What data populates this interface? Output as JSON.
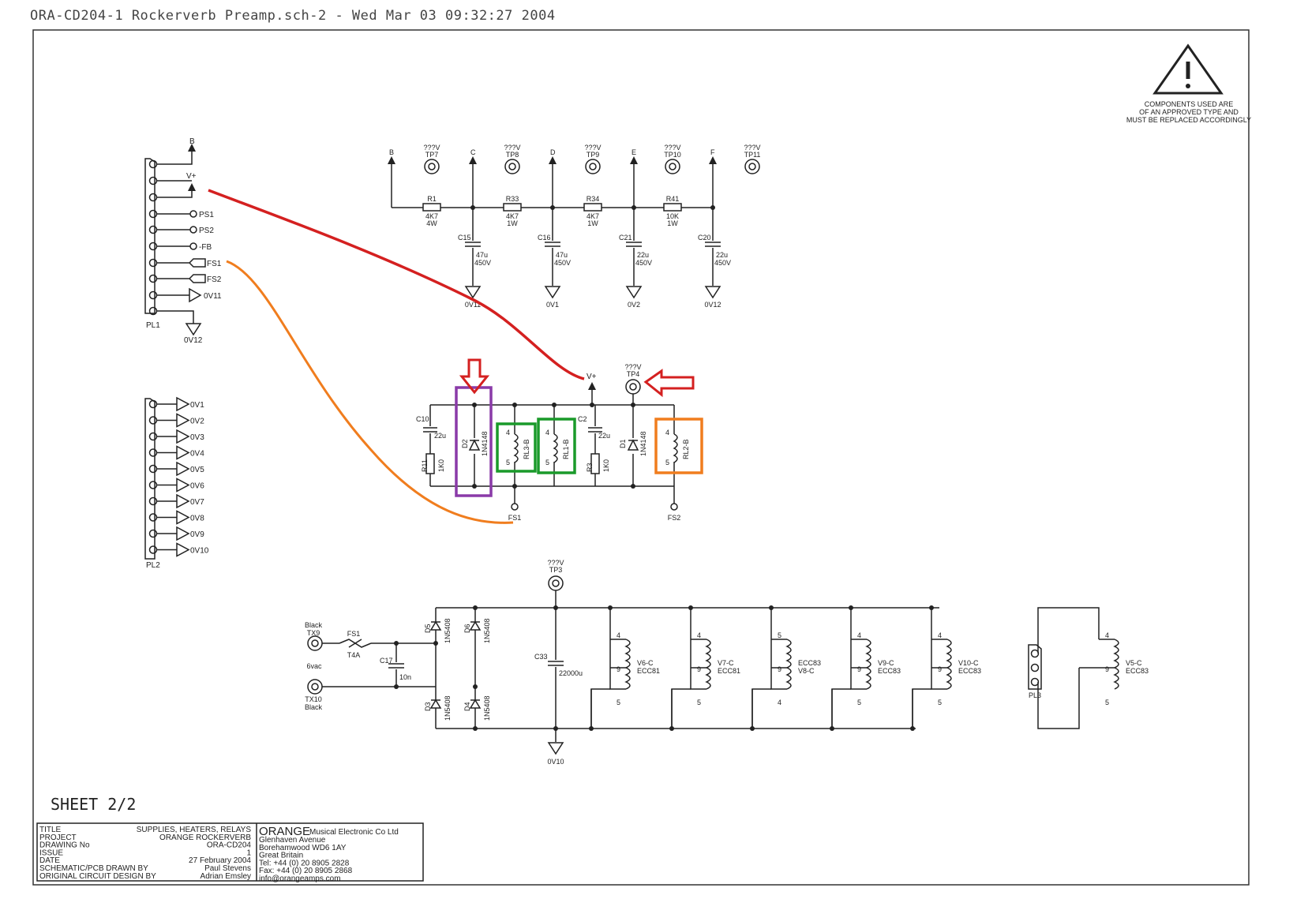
{
  "header": "ORA-CD204-1 Rockerverb Preamp.sch-2 - Wed Mar 03 09:32:27 2004",
  "warning": {
    "lines": [
      "COMPONENTS USED ARE",
      "OF AN APPROVED TYPE AND",
      "MUST BE REPLACED ACCORDINGLY"
    ]
  },
  "pl1": {
    "label": "PL1",
    "pins": [
      "B",
      "V+",
      "PS1",
      "PS2",
      "-FB",
      "FS1",
      "FS2",
      "0V11",
      "0V12"
    ]
  },
  "pl2": {
    "label": "PL2",
    "pins": [
      "0V1",
      "0V2",
      "0V3",
      "0V4",
      "0V5",
      "0V6",
      "0V7",
      "0V8",
      "0V9",
      "0V10"
    ]
  },
  "supply": {
    "rails": [
      "B",
      "C",
      "D",
      "E",
      "F"
    ],
    "testpoints": [
      {
        "v": "???V",
        "name": "TP7"
      },
      {
        "v": "???V",
        "name": "TP8"
      },
      {
        "v": "???V",
        "name": "TP9"
      },
      {
        "v": "???V",
        "name": "TP10"
      },
      {
        "v": "???V",
        "name": "TP11"
      }
    ],
    "resistors": [
      {
        "ref": "R1",
        "val": "4K7",
        "pwr": "4W"
      },
      {
        "ref": "R33",
        "val": "4K7",
        "pwr": "1W"
      },
      {
        "ref": "R34",
        "val": "4K7",
        "pwr": "1W"
      },
      {
        "ref": "R41",
        "val": "10K",
        "pwr": "1W"
      }
    ],
    "caps": [
      {
        "ref": "C15",
        "val": "47u",
        "v": "450V",
        "gnd": "0V11"
      },
      {
        "ref": "C16",
        "val": "47u",
        "v": "450V",
        "gnd": "0V1"
      },
      {
        "ref": "C21",
        "val": "22u",
        "v": "450V",
        "gnd": "0V2"
      },
      {
        "ref": "C20",
        "val": "22u",
        "v": "450V",
        "gnd": "0V12"
      }
    ]
  },
  "relay": {
    "vplus": "V+",
    "tp4_v": "???V",
    "tp4": "TP4",
    "c10": "C10",
    "c10_val": "22u",
    "r11": "R11",
    "r11_val": "1K0",
    "d2": "D2",
    "d2_val": "1N4148",
    "rl3": "RL3-B",
    "rl1": "RL1-B",
    "c2": "C2",
    "c2_val": "22u",
    "r3": "R3",
    "r3_val": "1K0",
    "d1": "D1",
    "d1_val": "1N4148",
    "rl2": "RL2-B",
    "pin4": "4",
    "pin5": "5",
    "fs1": "FS1",
    "fs2": "FS2"
  },
  "heater": {
    "tp3_v": "???V",
    "tp3": "TP3",
    "tx9_color": "Black",
    "tx9": "TX9",
    "tx10": "TX10",
    "tx10_color": "Black",
    "fuse": "FS1",
    "fuse_val": "T4A",
    "vac": "6vac",
    "c17": "C17",
    "c17_val": "10n",
    "d5": "D5",
    "d6": "D6",
    "d3": "D3",
    "d4": "D4",
    "diode_val": "1N5408",
    "c33": "C33",
    "c33_val": "22000u",
    "gnd": "0V10",
    "pl3": "PL3",
    "valves": [
      {
        "name": "V6-C",
        "type": "ECC81",
        "top": "4",
        "mid": "9",
        "bot": "5"
      },
      {
        "name": "V7-C",
        "type": "ECC81",
        "top": "4",
        "mid": "9",
        "bot": "5"
      },
      {
        "name": "V8-C",
        "type": "ECC83",
        "top": "5",
        "mid": "9",
        "bot": "4"
      },
      {
        "name": "V9-C",
        "type": "ECC83",
        "top": "4",
        "mid": "9",
        "bot": "5"
      },
      {
        "name": "V10-C",
        "type": "ECC83",
        "top": "4",
        "mid": "9",
        "bot": "5"
      },
      {
        "name": "V5-C",
        "type": "ECC83",
        "top": "4",
        "mid": "9",
        "bot": "5"
      }
    ]
  },
  "sheet": "SHEET 2/2",
  "titleblock": {
    "labels": [
      "TITLE",
      "PROJECT",
      "DRAWING No",
      "ISSUE",
      "DATE",
      "SCHEMATIC/PCB DRAWN BY",
      "ORIGINAL CIRCUIT DESIGN BY"
    ],
    "values": [
      "SUPPLIES, HEATERS, RELAYS",
      "ORANGE ROCKERVERB",
      "ORA-CD204",
      "1",
      "27 February 2004",
      "Paul Stevens",
      "Adrian Emsley"
    ],
    "company": "ORANGE",
    "company_sub": "Musical Electronic Co Ltd",
    "address": [
      "Glenhaven Avenue",
      "Borehamwood WD6 1AY",
      "Great Britain",
      "Tel: +44 (0) 20 8905 2828",
      "Fax: +44 (0) 20 8905 2868",
      "info@orangeamps.com"
    ]
  },
  "annotation_colors": {
    "red": "#d42020",
    "orange": "#f07d1e",
    "green": "#1a9a2a",
    "purple": "#8a3aa8"
  }
}
